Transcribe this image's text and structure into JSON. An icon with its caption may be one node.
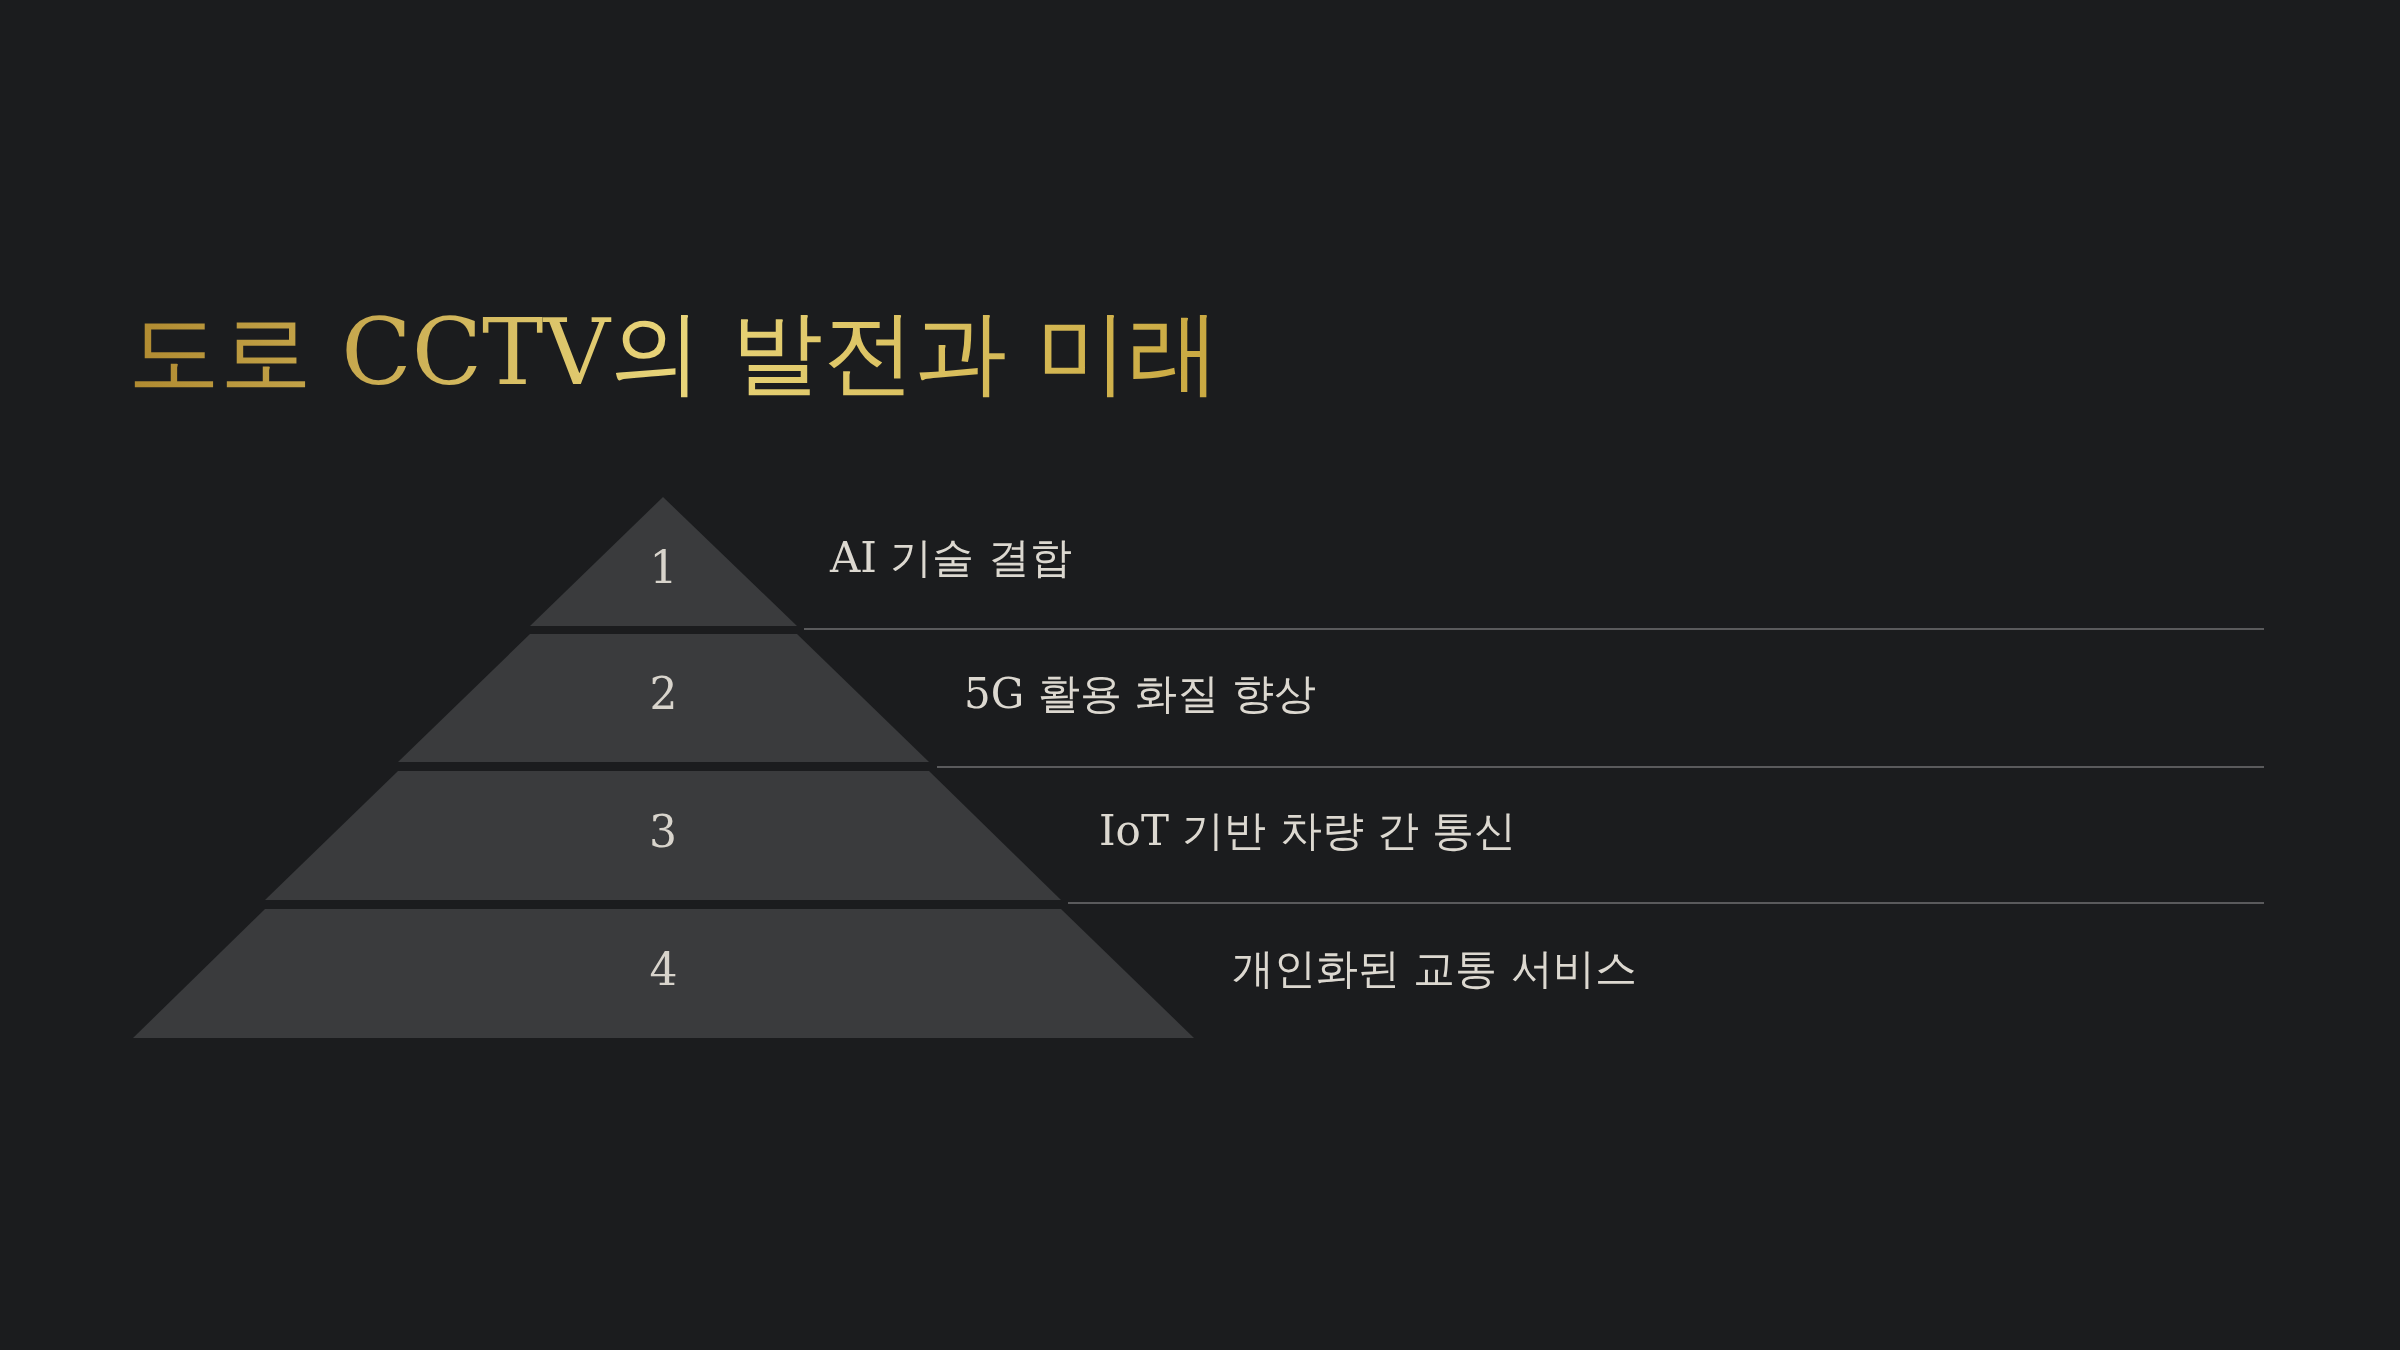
{
  "diagram": {
    "title": "도로 CCTV의 발전과 미래",
    "nodes": [
      {
        "text": [
          "1"
        ],
        "beside": [
          "AI 기술 결합"
        ]
      },
      {
        "text": [
          "2"
        ],
        "beside": [
          "5G 활용 화질 향상"
        ]
      },
      {
        "text": [
          "3"
        ],
        "beside": [
          "IoT 기반 차량 간 통신"
        ]
      },
      {
        "text": [
          "4"
        ],
        "beside": [
          "개인화된 교통 서비스"
        ]
      }
    ]
  }
}
